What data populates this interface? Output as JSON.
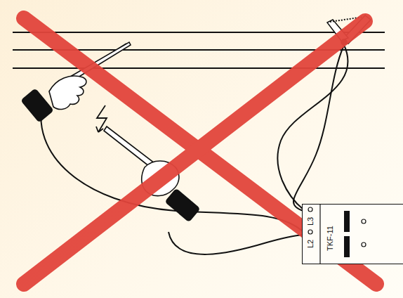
{
  "diagram": {
    "nodes": [
      {
        "text": [
          "L3",
          "L2",
          "TKF-11"
        ]
      }
    ]
  }
}
